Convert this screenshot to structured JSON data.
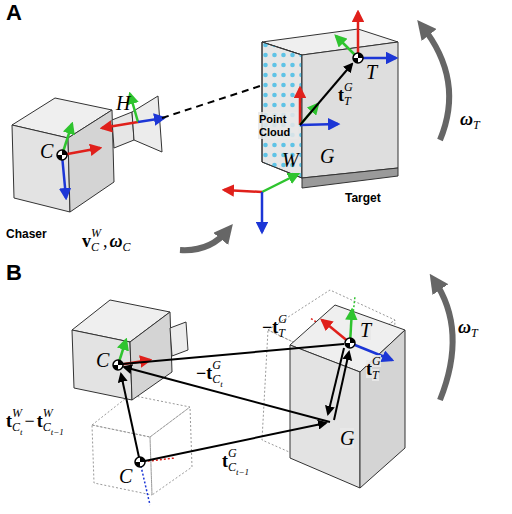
{
  "diagram": {
    "labels": [
      "A",
      "C",
      "H",
      "Point Cloud",
      "Target",
      "G",
      "T",
      "t",
      "G",
      "T",
      "ω",
      "T",
      "W",
      "Chaser",
      "v",
      "W",
      "C",
      ",",
      "ω",
      "C",
      "B",
      "C",
      "C",
      "−t",
      "G",
      "C",
      "t",
      "−t",
      "G",
      "T",
      "T",
      "t",
      "G",
      "T",
      "ω",
      "T",
      "G",
      "t",
      "W",
      "C",
      "t",
      "−",
      "t",
      "W",
      "C",
      "t−1",
      "t",
      "G",
      "C",
      "t−1"
    ]
  }
}
